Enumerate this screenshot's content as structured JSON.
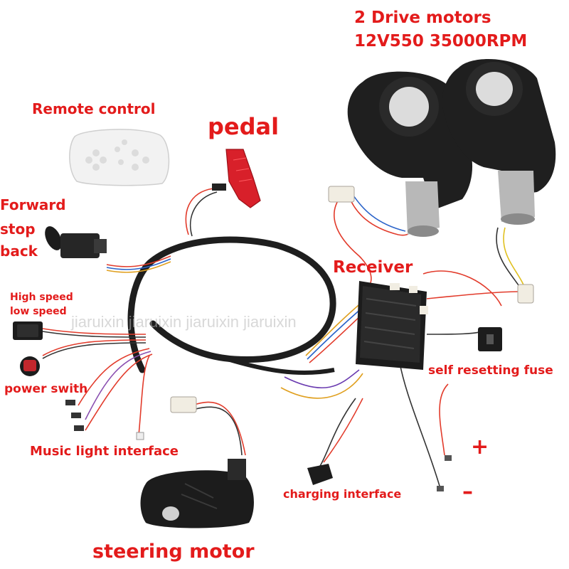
{
  "labels": {
    "drive_motors_line1": "2 Drive motors",
    "drive_motors_line2": "12V550 35000RPM",
    "remote_control": "Remote control",
    "pedal": "pedal",
    "forward": "Forward",
    "stop": "stop",
    "back": "back",
    "receiver": "Receiver",
    "high_speed": "High speed",
    "low_speed": "low speed",
    "power_switch": "power swith",
    "self_resetting_fuse": "self resetting fuse",
    "plus": "+",
    "minus": "–",
    "music_light_interface": "Music light interface",
    "charging_interface": "charging interface",
    "steering_motor": "steering motor"
  },
  "watermark": "jiaruixin jiaruixin jiaruixin jiaruixin",
  "colors": {
    "label": "#e31b1b",
    "plastic_black": "#1c1c1c",
    "pedal_red": "#d8202a",
    "remote_white": "#f2f2f2",
    "motor_silver": "#b8b8b8"
  }
}
